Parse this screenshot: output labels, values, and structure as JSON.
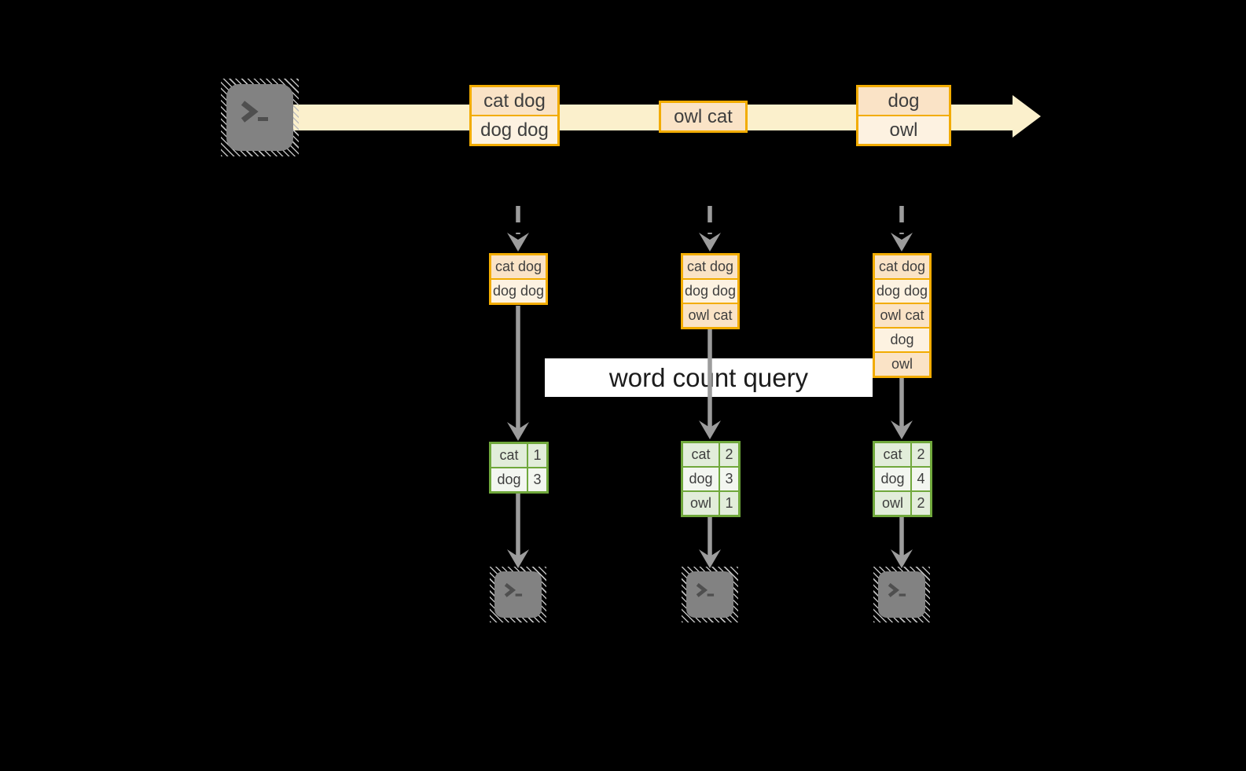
{
  "query_label": "word count query",
  "icons": {
    "source_terminal": "terminal-prompt-icon",
    "output_terminal": "terminal-prompt-icon",
    "stream_arrow": "right-arrow",
    "flow_arrow": "down-arrow"
  },
  "colors": {
    "background": "#000000",
    "stream_band": "#FBF0CC",
    "box_border": "#F2AC00",
    "box_fill_dark": "#FAE3C6",
    "box_fill_light": "#FDF2E1",
    "table_border": "#70A83C",
    "table_fill_dark": "#E2EDDA",
    "table_fill_light": "#F3F6F0",
    "arrow_gray": "#9C9C9C",
    "terminal_gray": "#828282",
    "terminal_glyph": "#4F4F4F",
    "text": "#3E3E3E",
    "label_bg": "#FFFFFF",
    "label_text": "#1C1C1C"
  },
  "stream": {
    "events": [
      {
        "records": [
          "cat dog",
          "dog dog"
        ]
      },
      {
        "records": [
          "owl cat"
        ]
      },
      {
        "records": [
          "dog",
          "owl"
        ]
      }
    ]
  },
  "snapshots": [
    {
      "buffer": [
        "cat dog",
        "dog dog"
      ],
      "result": [
        [
          "cat",
          "1"
        ],
        [
          "dog",
          "3"
        ]
      ]
    },
    {
      "buffer": [
        "cat dog",
        "dog dog",
        "owl cat"
      ],
      "result": [
        [
          "cat",
          "2"
        ],
        [
          "dog",
          "3"
        ],
        [
          "owl",
          "1"
        ]
      ]
    },
    {
      "buffer": [
        "cat dog",
        "dog dog",
        "owl cat",
        "dog",
        "owl"
      ],
      "result": [
        [
          "cat",
          "2"
        ],
        [
          "dog",
          "4"
        ],
        [
          "owl",
          "2"
        ]
      ]
    }
  ]
}
